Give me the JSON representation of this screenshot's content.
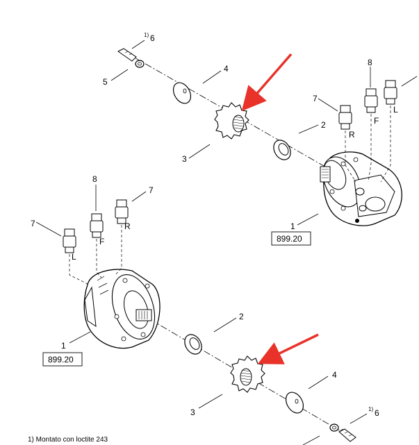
{
  "labels": {
    "n1": "1",
    "n2": "2",
    "n3": "3",
    "n4": "4",
    "n5": "5",
    "n6": "6",
    "n7": "7",
    "n8": "8",
    "sup1": "1)",
    "port_r": "R",
    "port_f": "F",
    "port_l": "L"
  },
  "refs": {
    "top_motor": "899.20",
    "bottom_motor": "899.20"
  },
  "footnote": "1) Montato con loctite 243",
  "colors": {
    "line": "#000000",
    "arrow": "#e8322a",
    "box": "#000000"
  }
}
